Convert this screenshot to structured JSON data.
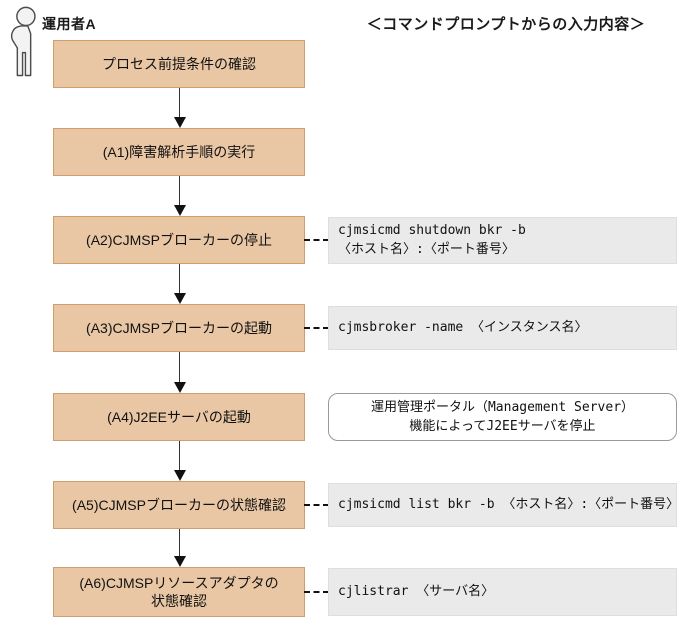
{
  "diagram": {
    "actor": {
      "label": "運用者A",
      "icon": "person-icon"
    },
    "column_title": "＜コマンドプロンプトからの入力内容＞",
    "steps": [
      {
        "label": "プロセス前提条件の確認"
      },
      {
        "label": "(A1)障害解析手順の実行"
      },
      {
        "label": "(A2)CJMSPブローカーの停止"
      },
      {
        "label": "(A3)CJMSPブローカーの起動"
      },
      {
        "label": "(A4)J2EEサーバの起動"
      },
      {
        "label": "(A5)CJMSPブローカーの状態確認"
      },
      {
        "label": "(A6)CJMSPリソースアダプタの\n状態確認"
      }
    ],
    "annotations": [
      {
        "step": "(A2)",
        "type": "command",
        "text": "cjmsicmd shutdown bkr -b\n〈ホスト名〉:〈ポート番号〉"
      },
      {
        "step": "(A3)",
        "type": "command",
        "text": "cjmsbroker -name 〈インスタンス名〉"
      },
      {
        "step": "(A4)",
        "type": "note",
        "text": "運用管理ポータル（Management Server）\n機能によってJ2EEサーバを停止"
      },
      {
        "step": "(A5)",
        "type": "command",
        "text": "cjmsicmd list bkr -b 〈ホスト名〉:〈ポート番号〉"
      },
      {
        "step": "(A6)",
        "type": "command",
        "text": "cjlistrar 〈サーバ名〉"
      }
    ],
    "colors": {
      "step_fill": "#e9c7a4",
      "step_border": "#d09e6e",
      "command_fill": "#eaeaea",
      "note_border": "#999999",
      "connector": "#111111"
    }
  }
}
